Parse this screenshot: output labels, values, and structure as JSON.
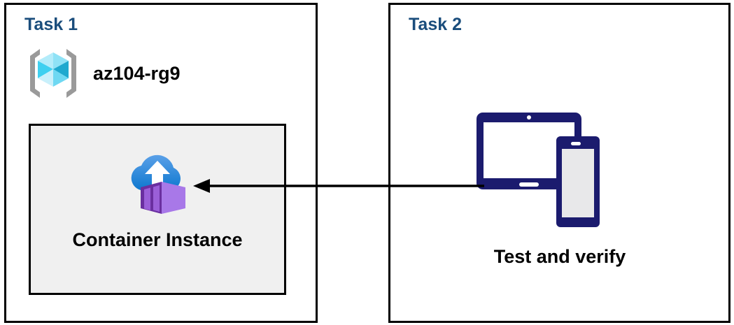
{
  "diagram": {
    "title": "Azure Container Instance task diagram",
    "background_color": "#ffffff",
    "panels": [
      {
        "id": "task1",
        "heading": "Task 1",
        "heading_color": "#1a4d7c",
        "border_color": "#000000",
        "resource_group": {
          "icon": "azure-resource-group-icon",
          "label": "az104-rg9",
          "icon_colors": {
            "bracket": "#9a9a9a",
            "cube_light": "#9ee6f7",
            "cube_mid": "#3fd0f0",
            "cube_dark": "#1fa9cf",
            "cube_pale": "#c9f0fb"
          }
        },
        "resource_box": {
          "fill": "#f0f0f0",
          "border_color": "#000000",
          "icon": "azure-container-instance-icon",
          "label": "Container Instance",
          "icon_colors": {
            "cloud_top": "#5aa0e8",
            "cloud_bottom": "#0e78cf",
            "arrow": "#ffffff",
            "container_face": "#a878e8",
            "container_outline": "#6a2fa0",
            "container_slat": "#9a5fd8"
          }
        }
      },
      {
        "id": "task2",
        "heading": "Task 2",
        "heading_color": "#1a4d7c",
        "border_color": "#000000",
        "device": {
          "icon": "tablet-and-phone-icon",
          "label": "Test and verify",
          "icon_colors": {
            "body": "#1b1b6e",
            "tablet_screen": "#ffffff",
            "phone_screen": "#e8e8ea"
          }
        }
      }
    ],
    "connector": {
      "name": "arrow-task2-to-task1",
      "direction": "right-to-left",
      "color": "#000000",
      "from": "Test and verify",
      "to": "Container Instance"
    }
  }
}
